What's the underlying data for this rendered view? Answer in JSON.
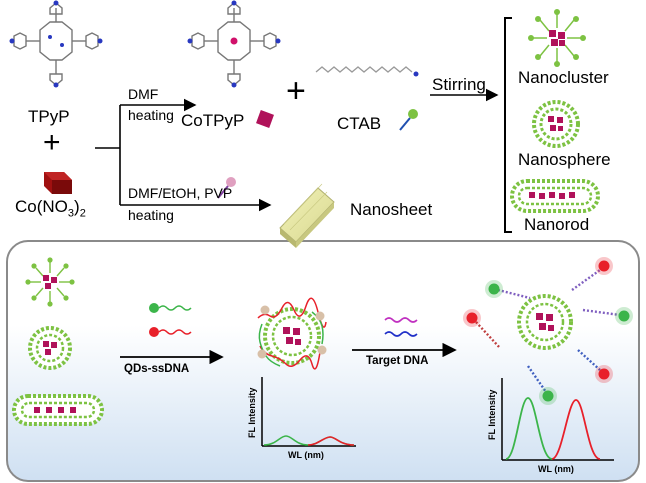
{
  "reactants": {
    "tpyp": "TPyP",
    "plus": "+",
    "cobalt_prefix": "Co(NO",
    "cobalt_sub3": "3",
    "cobalt_close": ")",
    "cobalt_sub2": "2"
  },
  "upper_route": {
    "solvent": "DMF",
    "condition": "heating",
    "product": "CoTPyP",
    "plus": "+",
    "surfactant": "CTAB",
    "step": "Stirring"
  },
  "lower_route": {
    "solvent": "DMF/EtOH, PVP",
    "condition": "heating",
    "product": "Nanosheet"
  },
  "morphologies": [
    "Nanocluster",
    "Nanosphere",
    "Nanorod"
  ],
  "detection": {
    "step1": "QDs-ssDNA",
    "step2": "Target DNA",
    "plot_ylabel": "FL Intensity",
    "plot_xlabel": "WL (nm)"
  },
  "colors": {
    "porphyrin_pink": "#b0125a",
    "lipid_green": "#7dc242",
    "qd_red": "#e8202a",
    "qd_green": "#3cb54a",
    "dna_purple": "#c030c0",
    "dna_blue": "#2030c8",
    "cobalt_red": "#a01010"
  }
}
